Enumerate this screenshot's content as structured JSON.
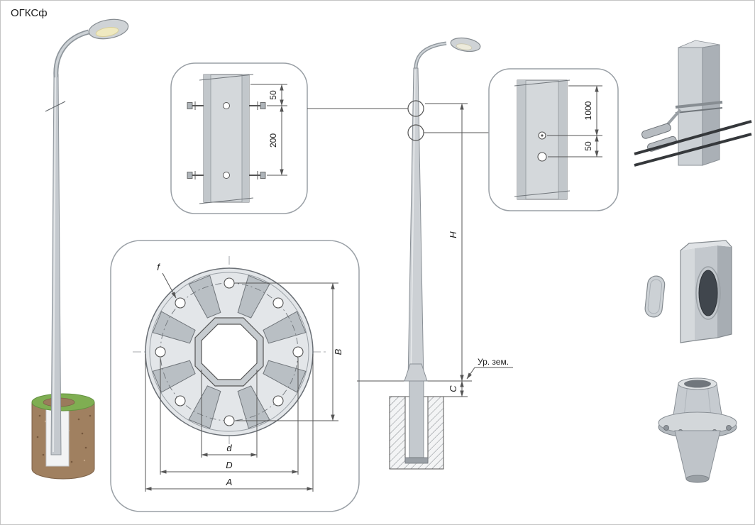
{
  "title": "ОГКСф",
  "detail_clamp": {
    "dim_top": "50",
    "dim_span": "200"
  },
  "detail_hole": {
    "dim_height": "1000",
    "dim_offset": "50"
  },
  "flange": {
    "label_f": "f",
    "label_b": "B",
    "label_d": "d",
    "label_big_d": "D",
    "label_a": "A"
  },
  "elevation": {
    "label_h": "H",
    "label_c": "C",
    "ground_label": "Ур. зем."
  }
}
